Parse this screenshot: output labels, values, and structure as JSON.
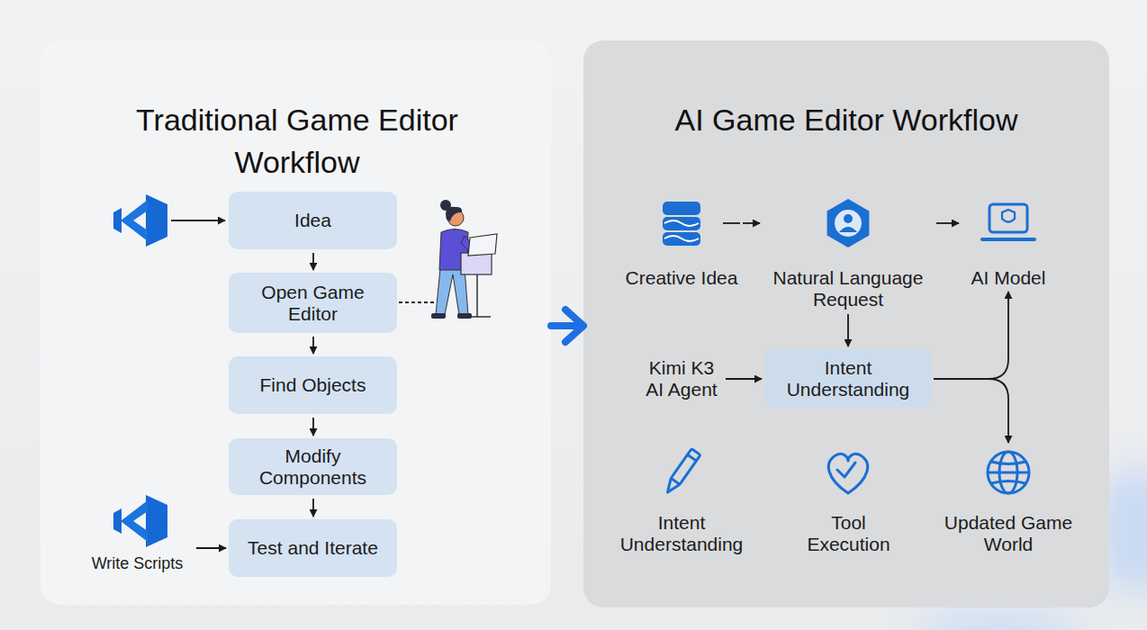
{
  "diagram": {
    "nodes": [
      {
        "text": [
          "Traditional Game Editor Workflow"
        ]
      },
      {
        "text": [
          "Idea"
        ],
        "in": 0
      },
      {
        "text": [
          "Open Game Editor"
        ],
        "in": 0
      },
      {
        "text": [
          "Find Objects"
        ],
        "in": 0
      },
      {
        "text": [
          "Modify Components"
        ],
        "in": 0
      },
      {
        "text": [
          "Write Scripts"
        ],
        "in": 0
      },
      {
        "text": [
          "Test and Iterate"
        ],
        "in": 0
      },
      {
        "text": [
          "AI Game Editor Workflow"
        ]
      },
      {
        "text": [
          "Creative Idea"
        ],
        "in": 7
      },
      {
        "text": [
          "Natural Language Request"
        ],
        "in": 7
      },
      {
        "text": [
          "AI Model"
        ],
        "in": 7
      },
      {
        "text": [
          "Kimi K3 AI Agent"
        ],
        "in": 7
      },
      {
        "text": [
          "Intent Understanding"
        ],
        "in": 7
      },
      {
        "text": [
          "Intent Understanding"
        ],
        "in": 7
      },
      {
        "text": [
          "Tool Execution"
        ],
        "in": 7
      },
      {
        "text": [
          "Updated Game World"
        ],
        "in": 7
      }
    ],
    "edges": [
      {
        "from": 1,
        "to": 2,
        "arrow": "to"
      },
      {
        "from": 2,
        "to": 3,
        "arrow": "to"
      },
      {
        "from": 3,
        "to": 4,
        "arrow": "to"
      },
      {
        "from": 4,
        "to": 6,
        "arrow": "to"
      },
      {
        "from": 5,
        "to": 6,
        "arrow": "to"
      },
      {
        "from": 0,
        "to": 7,
        "arrow": "to"
      },
      {
        "from": 8,
        "to": 9,
        "arrow": "to"
      },
      {
        "from": 9,
        "to": 10,
        "arrow": "to"
      },
      {
        "from": 9,
        "to": 12,
        "arrow": "to"
      },
      {
        "from": 11,
        "to": 12,
        "arrow": "to"
      },
      {
        "from": 12,
        "to": 10,
        "arrow": "to"
      },
      {
        "from": 12,
        "to": 15,
        "arrow": "to"
      }
    ]
  }
}
